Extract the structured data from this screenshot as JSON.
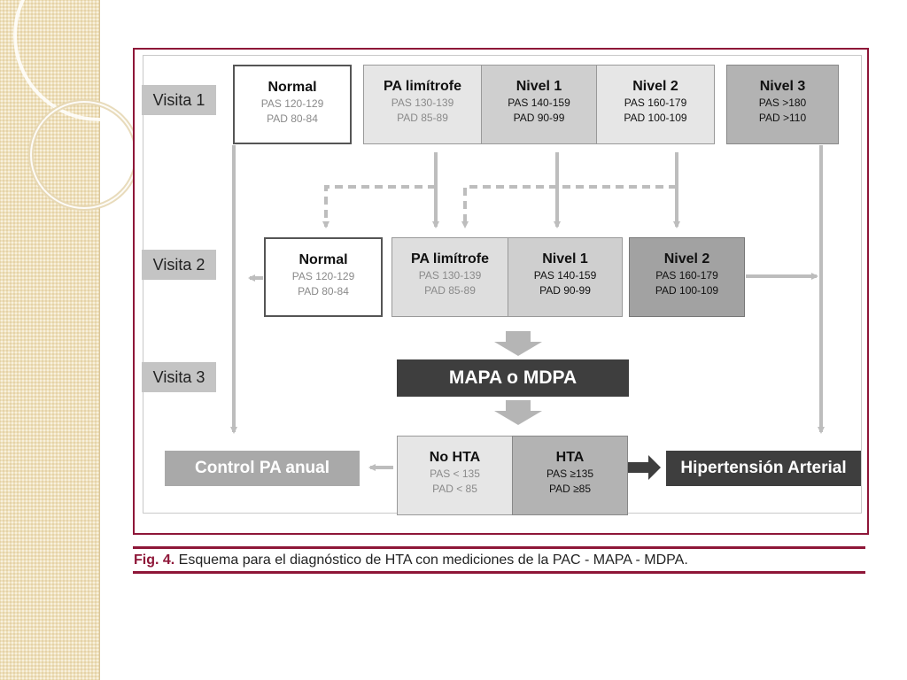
{
  "visits": [
    "Visita 1",
    "Visita 2",
    "Visita 3"
  ],
  "row1": [
    {
      "title": "Normal",
      "lines": [
        "PAS 120-129",
        "PAD 80-84"
      ]
    },
    {
      "title": "PA limítrofe",
      "lines": [
        "PAS 130-139",
        "PAD 85-89"
      ]
    },
    {
      "title": "Nivel 1",
      "lines": [
        "PAS 140-159",
        "PAD 90-99"
      ]
    },
    {
      "title": "Nivel  2",
      "lines": [
        "PAS 160-179",
        "PAD 100-109"
      ]
    },
    {
      "title": "Nivel 3",
      "lines": [
        "PAS >180",
        "PAD >110"
      ]
    }
  ],
  "row2": [
    {
      "title": "Normal",
      "lines": [
        "PAS 120-129",
        "PAD 80-84"
      ]
    },
    {
      "title": "PA limítrofe",
      "lines": [
        "PAS 130-139",
        "PAD 85-89"
      ]
    },
    {
      "title": "Nivel 1",
      "lines": [
        "PAS 140-159",
        "PAD 90-99"
      ]
    },
    {
      "title": "Nivel  2",
      "lines": [
        "PAS 160-179",
        "PAD 100-109"
      ]
    }
  ],
  "mapa_label": "MAPA o MDPA",
  "outcomes": [
    {
      "title": "No HTA",
      "lines": [
        "PAS  < 135",
        "PAD < 85"
      ]
    },
    {
      "title": "HTA",
      "lines": [
        "PAS ≥135",
        "PAD ≥85"
      ]
    }
  ],
  "control_label": "Control PA anual",
  "hta_label": "Hipertensión Arterial",
  "caption": {
    "label": "Fig. 4.",
    "text": " Esquema para el diagnóstico de HTA con mediciones de la PAC - MAPA - MDPA."
  },
  "colors": {
    "frame": "#8e1638",
    "dark_bar": "#3e3e3e",
    "mid_bar": "#a9a9a9",
    "arrow": "#bdbdbd",
    "side_band": "#efe1bd"
  }
}
